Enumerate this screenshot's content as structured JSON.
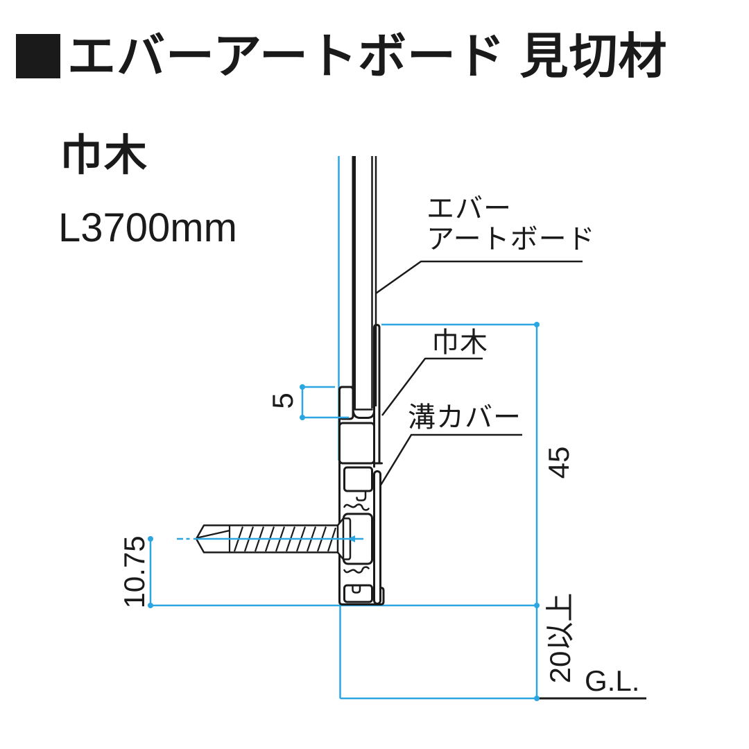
{
  "title": {
    "text": "エバーアートボード 見切材"
  },
  "product": {
    "name": "巾木",
    "length": "L3700mm"
  },
  "diagram": {
    "labels": {
      "board_line1": "エバー",
      "board_line2": "アートボード",
      "baseboard": "巾木",
      "groove_cover": "溝カバー",
      "ground_level": "G.L."
    },
    "dimensions": {
      "slot_depth": "5",
      "profile_height": "45",
      "screw_offset": "10.75",
      "embed_depth": "20以上"
    },
    "colors": {
      "dimension_blue": "#2ca6e0",
      "line_black": "#1a1a1a"
    }
  }
}
